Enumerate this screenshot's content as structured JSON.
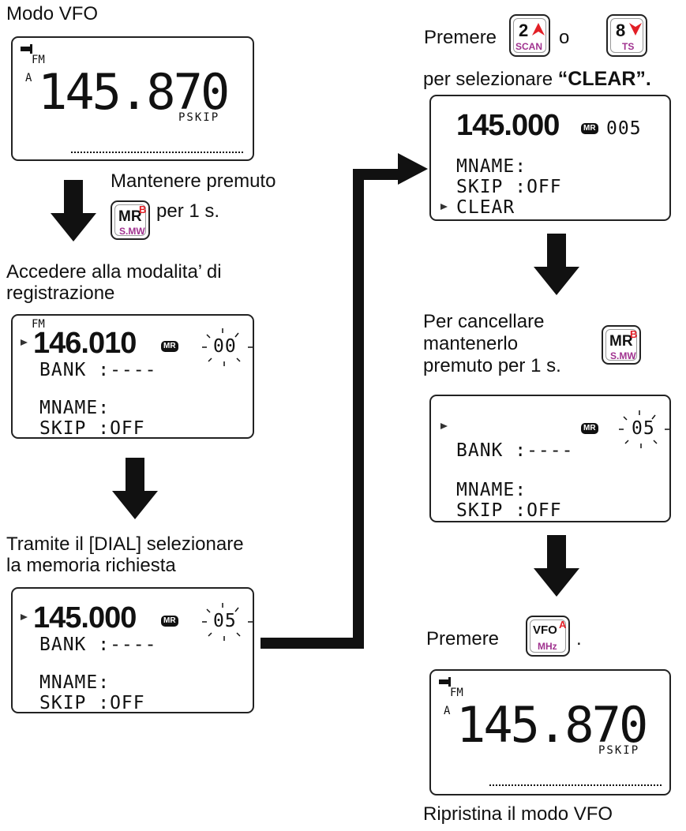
{
  "captions": {
    "vfo_mode": "Modo VFO",
    "hold_press": "Mantenere premuto",
    "for_1s": "per 1 s.",
    "access_line1": "Accedere alla modalita’ di",
    "access_line2": "registrazione",
    "dial_line1": "Tramite il [DIAL] selezionare",
    "dial_line2": "la memoria richiesta",
    "press_word": "Premere",
    "or_word": "o",
    "select_clear_prefix": "per selezionare ",
    "select_clear_quote": "“CLEAR”.",
    "delete_line1": "Per cancellare",
    "delete_line2": "mantenerlo",
    "delete_line3": "premuto per 1 s.",
    "press_vfo": "Premere",
    "press_vfo_end": ".",
    "restore": "Ripristina il modo VFO"
  },
  "screens": {
    "vfo_top": {
      "mode": "FM",
      "vfo_letter": "A",
      "frequency": "145.870",
      "skip": "PSKIP"
    },
    "register": {
      "mode": "FM",
      "frequency": "146.010",
      "mr_badge": "MR",
      "channel": "00",
      "bank": "BANK  :----",
      "mname": "MNAME:",
      "skip": "SKIP  :OFF"
    },
    "select_memory": {
      "frequency": "145.000",
      "mr_badge": "MR",
      "channel": "05",
      "bank": "BANK  :----",
      "mname": "MNAME:",
      "skip": "SKIP  :OFF"
    },
    "clear_menu": {
      "frequency": "145.000",
      "mr_badge": "MR",
      "channel": "005",
      "mname": "MNAME:",
      "skip": "SKIP  :OFF",
      "clear": "CLEAR"
    },
    "cleared": {
      "mr_badge": "MR",
      "channel": "05",
      "bank": "BANK  :----",
      "mname": "MNAME:",
      "skip": "SKIP  :OFF"
    },
    "vfo_bottom": {
      "mode": "FM",
      "vfo_letter": "A",
      "frequency": "145.870",
      "skip": "PSKIP"
    }
  },
  "keys": {
    "mr": {
      "main": "MR",
      "sup": "B",
      "sub": "S.MW"
    },
    "scan": {
      "main": "2",
      "sub": "SCAN"
    },
    "ts": {
      "main": "8",
      "sub": "TS"
    },
    "vfo": {
      "main": "VFO",
      "sup": "A",
      "sub": "MHz"
    }
  },
  "colors": {
    "key_red": "#e21f26",
    "key_purple": "#a0328f",
    "ink": "#111111"
  }
}
